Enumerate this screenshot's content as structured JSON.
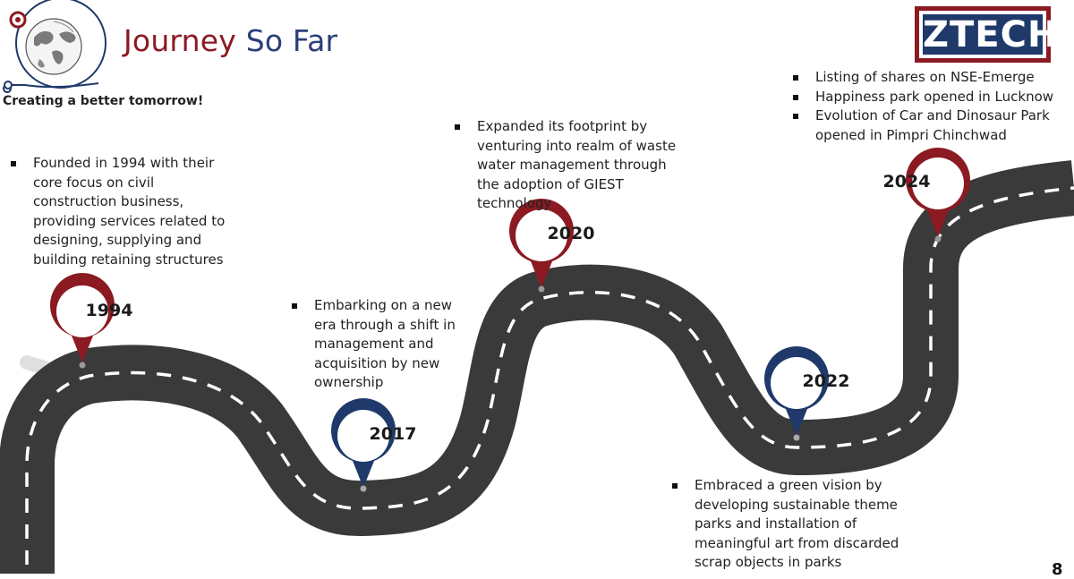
{
  "title": {
    "part1": "Journey",
    "part2": "So Far"
  },
  "tagline": "Creating a better tomorrow!",
  "brand": {
    "logo_text": "ZTECH",
    "maroon": "#8b1a22",
    "navy": "#1f3a6a"
  },
  "milestones": [
    {
      "year": "1994",
      "pin_color": "maroon",
      "points": [
        "Founded in 1994 with their core focus on civil construction business, providing services related to designing, supplying and building retaining structures"
      ]
    },
    {
      "year": "2017",
      "pin_color": "navy",
      "points": [
        "Embarking on a new era through a shift in management and acquisition by new ownership"
      ]
    },
    {
      "year": "2020",
      "pin_color": "maroon",
      "points": [
        "Expanded its footprint by venturing into realm of waste water management through the adoption of GIEST technology"
      ]
    },
    {
      "year": "2022",
      "pin_color": "navy",
      "points": [
        "Embraced a green vision by developing sustainable theme parks and installation of meaningful art from discarded scrap objects in parks"
      ]
    },
    {
      "year": "2024",
      "pin_color": "maroon",
      "points": [
        "Listing of shares on NSE-Emerge",
        "Happiness park opened in Lucknow",
        "Evolution of Car and Dinosaur Park opened in Pimpri Chinchwad"
      ]
    }
  ],
  "page_number": "8",
  "icons": {
    "logo": "globe-logo-icon",
    "pin": "map-pin-icon"
  }
}
